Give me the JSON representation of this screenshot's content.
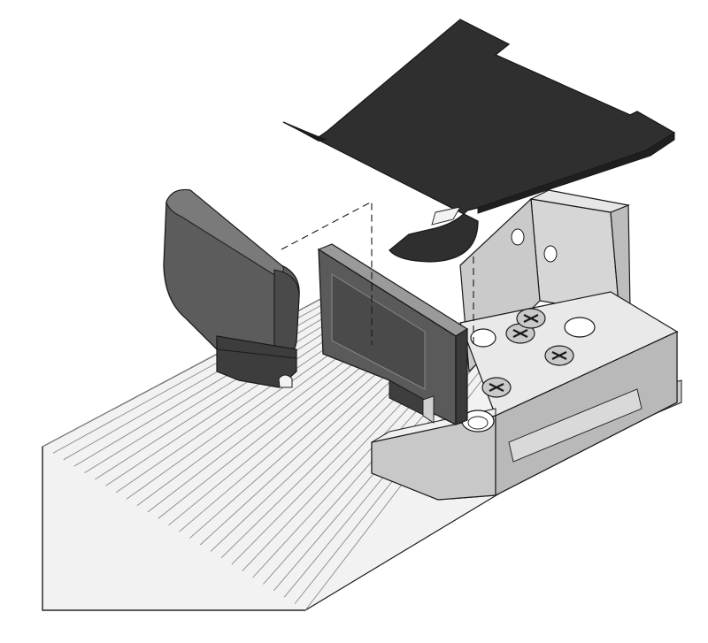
{
  "diagram": {
    "kind": "exploded-isometric-assembly",
    "parts": [
      {
        "id": "rail",
        "icon": "ribbed-rail"
      },
      {
        "id": "end-bracket",
        "icon": "mounting-bracket"
      },
      {
        "id": "gasket-pad",
        "icon": "flat-gasket"
      },
      {
        "id": "end-cap",
        "icon": "end-cap"
      },
      {
        "id": "retainer-plate",
        "icon": "retainer-plate"
      }
    ],
    "screw_count": 4,
    "open_hole_count": 5,
    "assembly_path_style": "dashed",
    "colors": {
      "outline": "#1a1a1a",
      "dark_part": "#2f2f2f",
      "medium_part": "#5a5a5a",
      "light_part": "#d6d6d6",
      "rail": "#f2f2f2",
      "background": "#ffffff"
    }
  }
}
